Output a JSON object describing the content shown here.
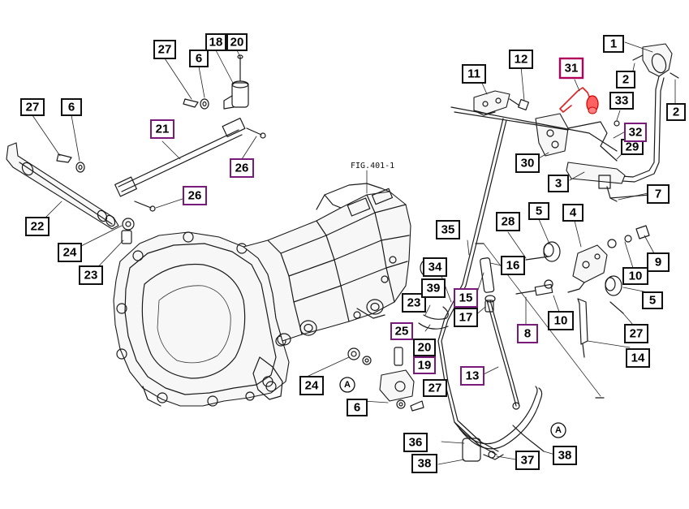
{
  "figure": {
    "caption": "FIG.401-1",
    "highlight_color": "#e02020",
    "label_border_black": "#111111",
    "label_border_purple": "#7a1a7a"
  },
  "callouts": [
    {
      "id": "c1",
      "num": "1",
      "style": "k"
    },
    {
      "id": "c2a",
      "num": "2",
      "style": "k"
    },
    {
      "id": "c2b",
      "num": "2",
      "style": "k"
    },
    {
      "id": "c3",
      "num": "3",
      "style": "k"
    },
    {
      "id": "c4",
      "num": "4",
      "style": "k"
    },
    {
      "id": "c5a",
      "num": "5",
      "style": "k"
    },
    {
      "id": "c5b",
      "num": "5",
      "style": "k"
    },
    {
      "id": "c6a",
      "num": "6",
      "style": "k"
    },
    {
      "id": "c6b",
      "num": "6",
      "style": "k"
    },
    {
      "id": "c6c",
      "num": "6",
      "style": "k"
    },
    {
      "id": "c7",
      "num": "7",
      "style": "k"
    },
    {
      "id": "c8",
      "num": "8",
      "style": "p"
    },
    {
      "id": "c9",
      "num": "9",
      "style": "k"
    },
    {
      "id": "c10a",
      "num": "10",
      "style": "k"
    },
    {
      "id": "c10b",
      "num": "10",
      "style": "k"
    },
    {
      "id": "c11",
      "num": "11",
      "style": "k"
    },
    {
      "id": "c12",
      "num": "12",
      "style": "k"
    },
    {
      "id": "c13",
      "num": "13",
      "style": "p"
    },
    {
      "id": "c14",
      "num": "14",
      "style": "k"
    },
    {
      "id": "c15",
      "num": "15",
      "style": "p"
    },
    {
      "id": "c16",
      "num": "16",
      "style": "k"
    },
    {
      "id": "c17",
      "num": "17",
      "style": "k"
    },
    {
      "id": "c18",
      "num": "18",
      "style": "k"
    },
    {
      "id": "c19",
      "num": "19",
      "style": "p"
    },
    {
      "id": "c20a",
      "num": "20",
      "style": "k"
    },
    {
      "id": "c20b",
      "num": "20",
      "style": "k"
    },
    {
      "id": "c21",
      "num": "21",
      "style": "p"
    },
    {
      "id": "c22",
      "num": "22",
      "style": "k"
    },
    {
      "id": "c23a",
      "num": "23",
      "style": "k"
    },
    {
      "id": "c23b",
      "num": "23",
      "style": "k"
    },
    {
      "id": "c24a",
      "num": "24",
      "style": "k"
    },
    {
      "id": "c24b",
      "num": "24",
      "style": "k"
    },
    {
      "id": "c25",
      "num": "25",
      "style": "p"
    },
    {
      "id": "c26a",
      "num": "26",
      "style": "p"
    },
    {
      "id": "c26b",
      "num": "26",
      "style": "p"
    },
    {
      "id": "c27a",
      "num": "27",
      "style": "k"
    },
    {
      "id": "c27b",
      "num": "27",
      "style": "k"
    },
    {
      "id": "c27c",
      "num": "27",
      "style": "k"
    },
    {
      "id": "c27d",
      "num": "27",
      "style": "k"
    },
    {
      "id": "c28",
      "num": "28",
      "style": "k"
    },
    {
      "id": "c29",
      "num": "29",
      "style": "k"
    },
    {
      "id": "c30",
      "num": "30",
      "style": "k"
    },
    {
      "id": "c31",
      "num": "31",
      "style": "r"
    },
    {
      "id": "c32",
      "num": "32",
      "style": "p"
    },
    {
      "id": "c33",
      "num": "33",
      "style": "k"
    },
    {
      "id": "c34",
      "num": "34",
      "style": "k"
    },
    {
      "id": "c35",
      "num": "35",
      "style": "k"
    },
    {
      "id": "c36",
      "num": "36",
      "style": "k"
    },
    {
      "id": "c37",
      "num": "37",
      "style": "k"
    },
    {
      "id": "c38a",
      "num": "38",
      "style": "k"
    },
    {
      "id": "c38b",
      "num": "38",
      "style": "k"
    },
    {
      "id": "c39",
      "num": "39",
      "style": "k"
    }
  ],
  "refs": [
    {
      "id": "A1",
      "text": "A"
    },
    {
      "id": "A2",
      "text": "A"
    }
  ]
}
